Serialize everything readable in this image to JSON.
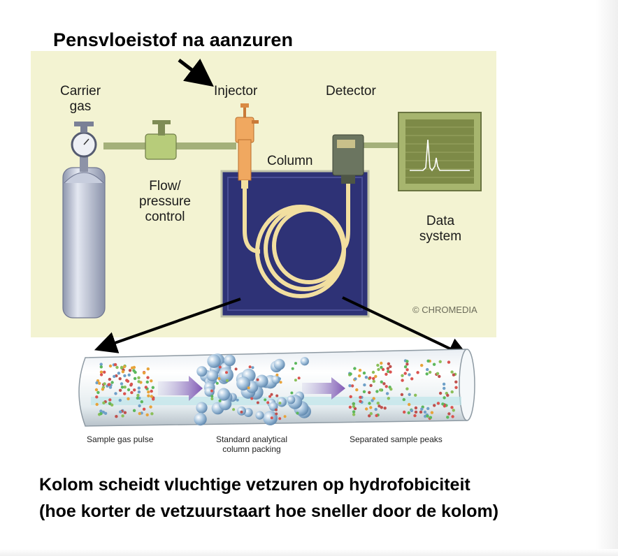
{
  "heading": "Pensvloeistof na aanzuren",
  "labels": {
    "carrier_gas_1": "Carrier",
    "carrier_gas_2": "gas",
    "injector": "Injector",
    "detector": "Detector",
    "column": "Column",
    "flow_1": "Flow/",
    "flow_2": "pressure",
    "flow_3": "control",
    "data_1": "Data",
    "data_2": "system",
    "copyright": "© CHROMEDIA"
  },
  "tube_labels": {
    "sample_pulse": "Sample gas pulse",
    "packing_1": "Standard analytical",
    "packing_2": "column packing",
    "separated": "Separated sample peaks"
  },
  "caption": {
    "line1": "Kolom scheidt vluchtige vetzuren op hydrofobiciteit",
    "line2": "(hoe korter de vetzuurstaart hoe sneller door de kolom)"
  },
  "colors": {
    "panel_bg": "#f3f3d2",
    "column_box": "#2e3276",
    "coil": "#f2dfa0",
    "cylinder": "#bcc3d6",
    "injector": "#f0a860",
    "detector": "#6b7560",
    "monitor": "#a7b56e",
    "arrow": "#000000"
  }
}
